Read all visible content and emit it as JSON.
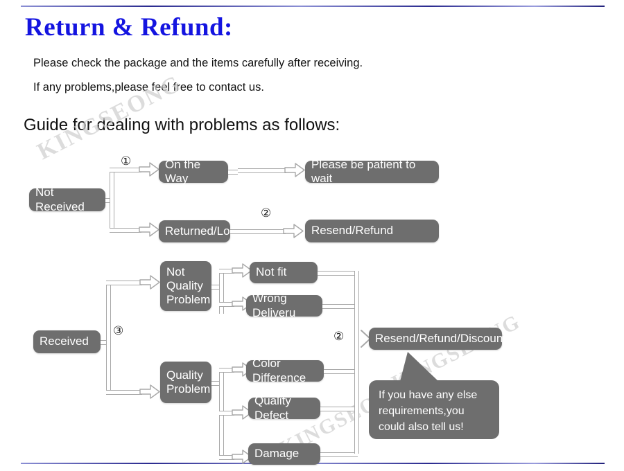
{
  "page": {
    "title": "Return & Refund:",
    "paragraph": [
      "Please check the package and the items carefully after receiving.",
      "If any problems,please feel free to contact us."
    ],
    "subtitle": "Guide for dealing with problems as follows:",
    "watermark": "KINGSEONG",
    "colors": {
      "title": "#1414e0",
      "node_fill": "#6e6e6e",
      "node_text": "#ffffff",
      "connector": "#a8a8a8",
      "rule": "#2b2b8f",
      "background": "#ffffff"
    }
  },
  "flow": {
    "not_received": {
      "root": "Not Received",
      "marker_1": "①",
      "marker_2": "②",
      "branches": [
        {
          "cause": "On the Way",
          "outcome": "Please be patient to wait"
        },
        {
          "cause": "Returned/Lost",
          "outcome": "Resend/Refund"
        }
      ]
    },
    "received": {
      "root": "Received",
      "marker_3": "③",
      "marker_2": "②",
      "groups": [
        {
          "label": "Not\nQuality\nProblem",
          "reasons": [
            "Not fit",
            "Wrong Deliveru"
          ]
        },
        {
          "label": "Quality\nProblem",
          "reasons": [
            "Color Difference",
            "Quality Defect",
            "Damage"
          ]
        }
      ],
      "outcome": "Resend/Refund/Discount"
    },
    "note": "If you have any else requirements,you could also tell us!"
  }
}
